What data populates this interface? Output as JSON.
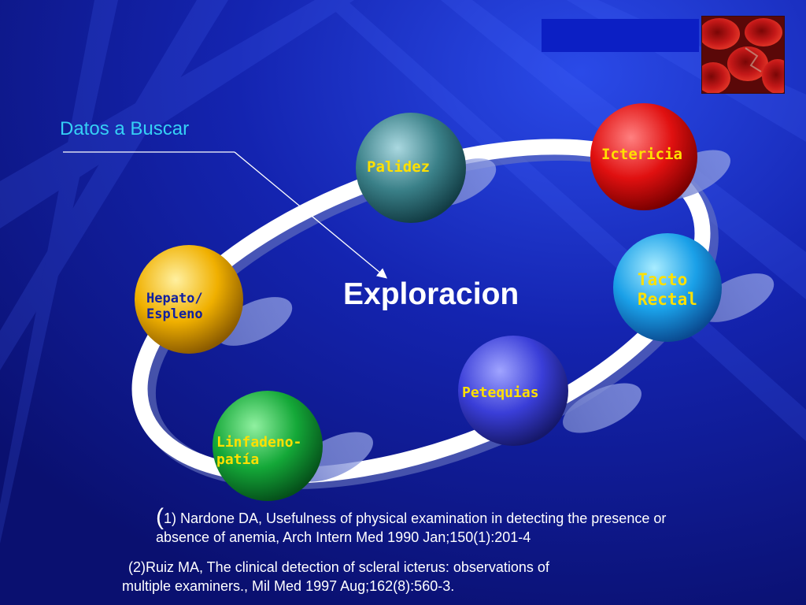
{
  "diagram": {
    "subtitle": "Datos a Buscar",
    "center_title": "Exploracion",
    "nodes": [
      {
        "id": "palidez",
        "lines": [
          "Palidez"
        ],
        "color": "#3a8088",
        "text_color": "#ffe000"
      },
      {
        "id": "ictericia",
        "lines": [
          "Ictericia"
        ],
        "color": "#e01010",
        "text_color": "#ffe000"
      },
      {
        "id": "tacto-rectal",
        "lines": [
          "Tacto",
          "Rectal"
        ],
        "color": "#1aa0e8",
        "text_color": "#ffe000"
      },
      {
        "id": "petequias",
        "lines": [
          "Petequias"
        ],
        "color": "#3a3ed8",
        "text_color": "#ffe000"
      },
      {
        "id": "linfadenopatia",
        "lines": [
          "Linfadeno-",
          "patía"
        ],
        "color": "#14a838",
        "text_color": "#ffe000"
      },
      {
        "id": "hepatoespleno",
        "lines": [
          "Hepato/",
          "Espleno"
        ],
        "color": "#f0b000",
        "text_color": "#1020a0"
      }
    ]
  },
  "references": {
    "ref1_paren": "(",
    "ref1_line1": "1) Nardone DA, Usefulness of physical examination in detecting the presence or",
    "ref1_line2": "absence of anemia, Arch Intern Med 1990 Jan;150(1):201-4",
    "ref2_line1": "(2)Ruiz MA, The clinical detection of scleral icterus: observations of",
    "ref2_line2": "multiple examiners., Mil Med 1997 Aug;162(8):560-3."
  },
  "colors": {
    "background": "#0f1c8c",
    "subtitle": "#35d0f5",
    "ring": "#ffffff"
  }
}
